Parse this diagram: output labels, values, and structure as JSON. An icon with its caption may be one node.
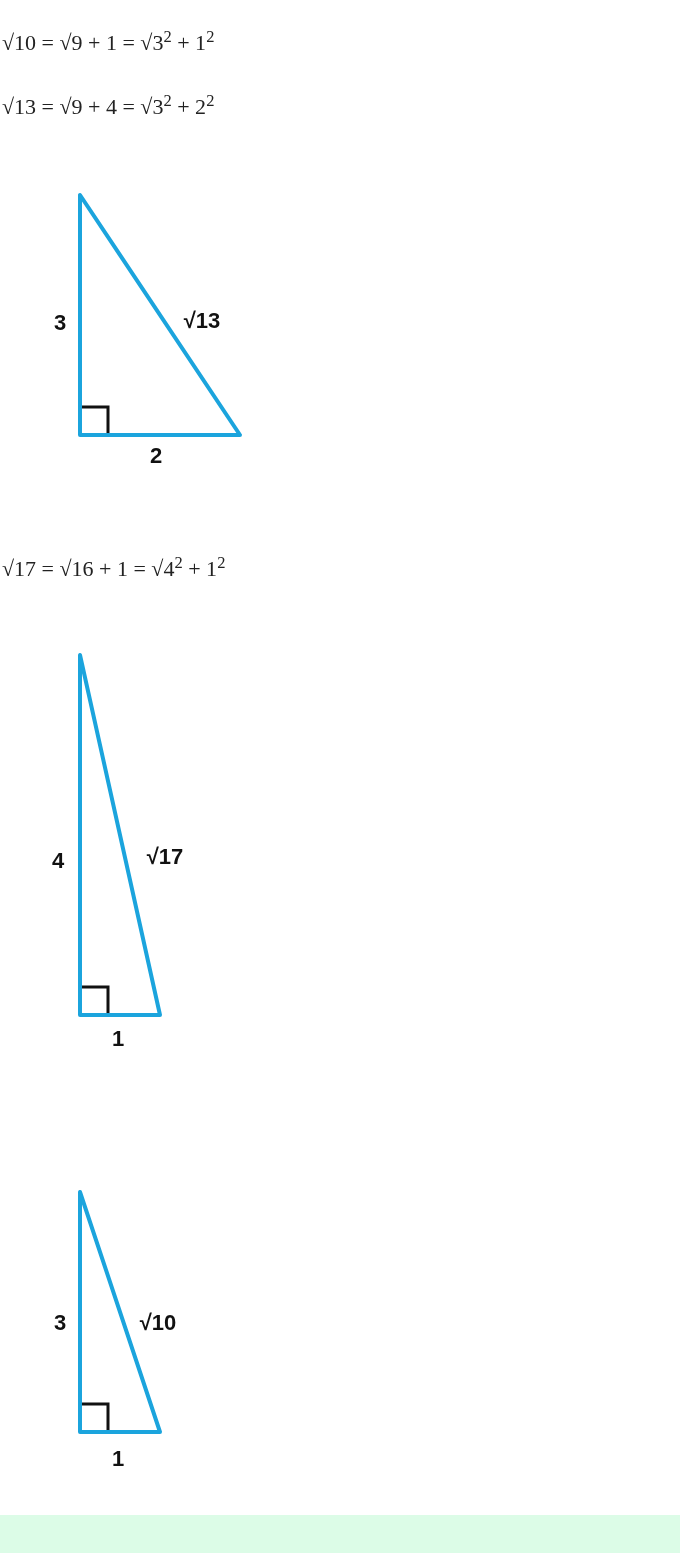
{
  "diagram": {
    "labels": [
      "√10 = √9 + 1 = √3$^{2}$ + 1$^{2}$",
      "√13 = √9 + 4 = √3$^{2}$ + 2$^{2}$",
      "3",
      "√13",
      "2",
      "√17 = √16 + 1 = √4$^{2}$ + 1$^{2}$",
      "4",
      "√17",
      "1",
      "3",
      "√10",
      "1"
    ]
  }
}
